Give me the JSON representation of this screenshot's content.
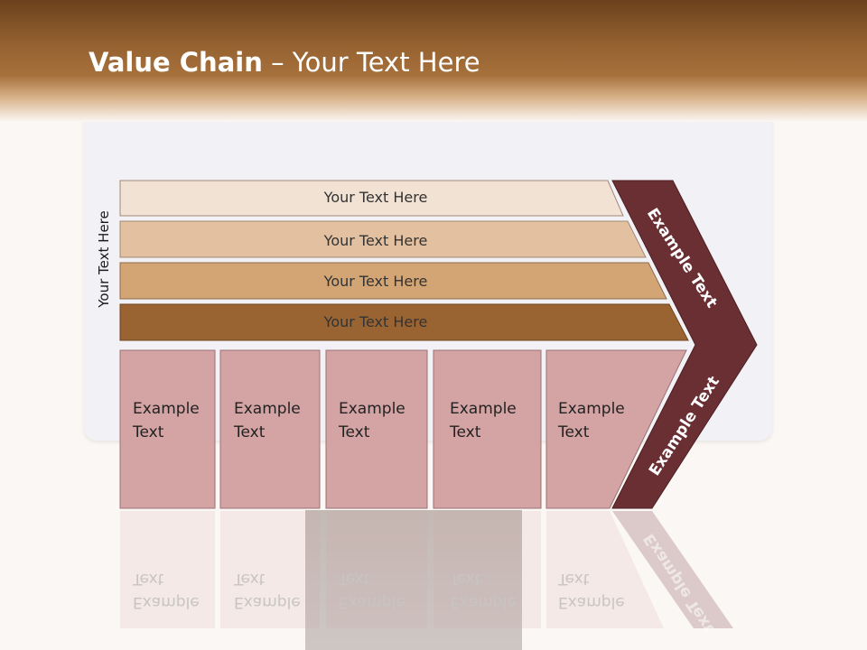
{
  "slide": {
    "title_bold": "Value Chain",
    "title_rest": " – Your Text Here"
  },
  "diagram": {
    "side_label": "Your Text Here",
    "bars": [
      {
        "label": "Your Text Here",
        "color": "#f2e2d4"
      },
      {
        "label": "Your Text Here",
        "color": "#e3c1a0"
      },
      {
        "label": "Your Text Here",
        "color": "#d3a574"
      },
      {
        "label": "Your Text Here",
        "color": "#9a6432"
      }
    ],
    "boxes": [
      {
        "line1": "Example",
        "line2": "Text"
      },
      {
        "line1": "Example",
        "line2": "Text"
      },
      {
        "line1": "Example",
        "line2": "Text"
      },
      {
        "line1": "Example",
        "line2": "Text"
      },
      {
        "line1": "Example",
        "line2": "Text"
      }
    ],
    "box_color": "#d4a3a4",
    "chevron_color": "#692f33",
    "chevron_upper_label": "Example Text",
    "chevron_lower_label": "Example Text"
  }
}
